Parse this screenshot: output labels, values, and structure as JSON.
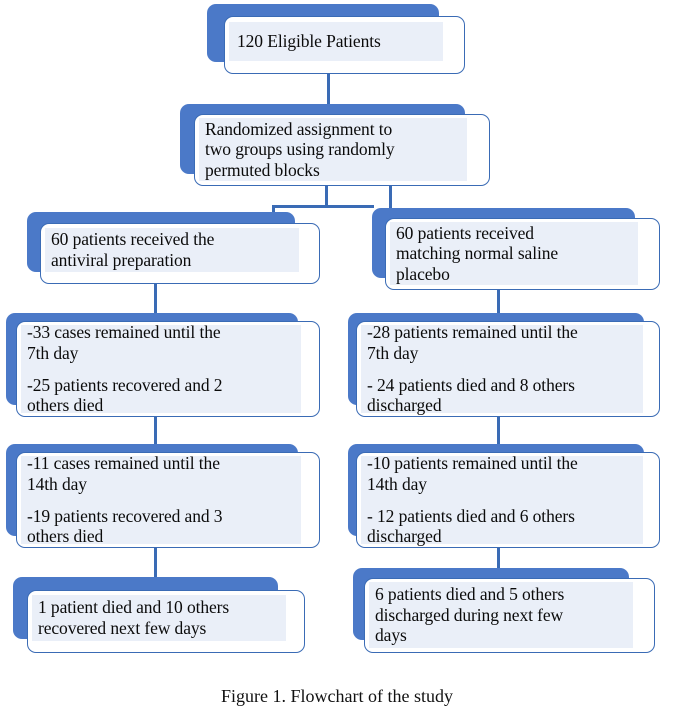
{
  "figure": {
    "caption": "Figure 1. Flowchart of the study",
    "accent_color": "#4B79C8",
    "border_color": "#3A6BB5",
    "panel_fill": "#EAEFF8",
    "connector_color": "#3A6BB5"
  },
  "nodes": {
    "eligible": {
      "id": "eligible-patients",
      "lines": [
        "120 Eligible Patients"
      ]
    },
    "randomized": {
      "id": "randomized-assignment",
      "lines": [
        "Randomized assignment to\ntwo groups using randomly\npermuted blocks"
      ]
    },
    "left_group": {
      "id": "antiviral-group",
      "lines": [
        "60 patients received the\nantiviral preparation"
      ]
    },
    "right_group": {
      "id": "placebo-group",
      "lines": [
        "60 patients received\nmatching normal saline\nplacebo"
      ]
    },
    "left_day7": {
      "id": "antiviral-day-7",
      "lines": [
        "-33 cases remained until the\n7th day",
        "-25 patients recovered and 2\nothers died"
      ]
    },
    "right_day7": {
      "id": "placebo-day-7",
      "lines": [
        "-28 patients remained until the\n7th day",
        "- 24 patients died and 8 others\ndischarged"
      ]
    },
    "left_day14": {
      "id": "antiviral-day-14",
      "lines": [
        "-11 cases remained until the\n14th day",
        "-19 patients recovered and 3\nothers died"
      ]
    },
    "right_day14": {
      "id": "placebo-day-14",
      "lines": [
        "-10 patients remained until the\n14th day",
        "- 12 patients died and 6 others\ndischarged"
      ]
    },
    "left_final": {
      "id": "antiviral-outcome",
      "lines": [
        "1 patient died and 10 others\nrecovered next few days"
      ]
    },
    "right_final": {
      "id": "placebo-outcome",
      "lines": [
        "6 patients died and 5 others\ndischarged during next few\ndays"
      ]
    }
  },
  "chart_data": {
    "type": "diagram",
    "title": "Figure 1. Flowchart of the study",
    "diagram_kind": "CONSORT-style trial flowchart",
    "total_eligible": 120,
    "arms": [
      {
        "name": "Antiviral preparation",
        "n": 60,
        "day7": {
          "remained": 33,
          "recovered": 25,
          "died": 2
        },
        "day14": {
          "remained": 11,
          "recovered": 19,
          "died": 3
        },
        "final": {
          "died": 1,
          "recovered": 10
        }
      },
      {
        "name": "Matching normal saline placebo",
        "n": 60,
        "day7": {
          "remained": 28,
          "died": 24,
          "discharged": 8
        },
        "day14": {
          "remained": 10,
          "died": 12,
          "discharged": 6
        },
        "final": {
          "died": 6,
          "discharged": 5
        }
      }
    ]
  }
}
